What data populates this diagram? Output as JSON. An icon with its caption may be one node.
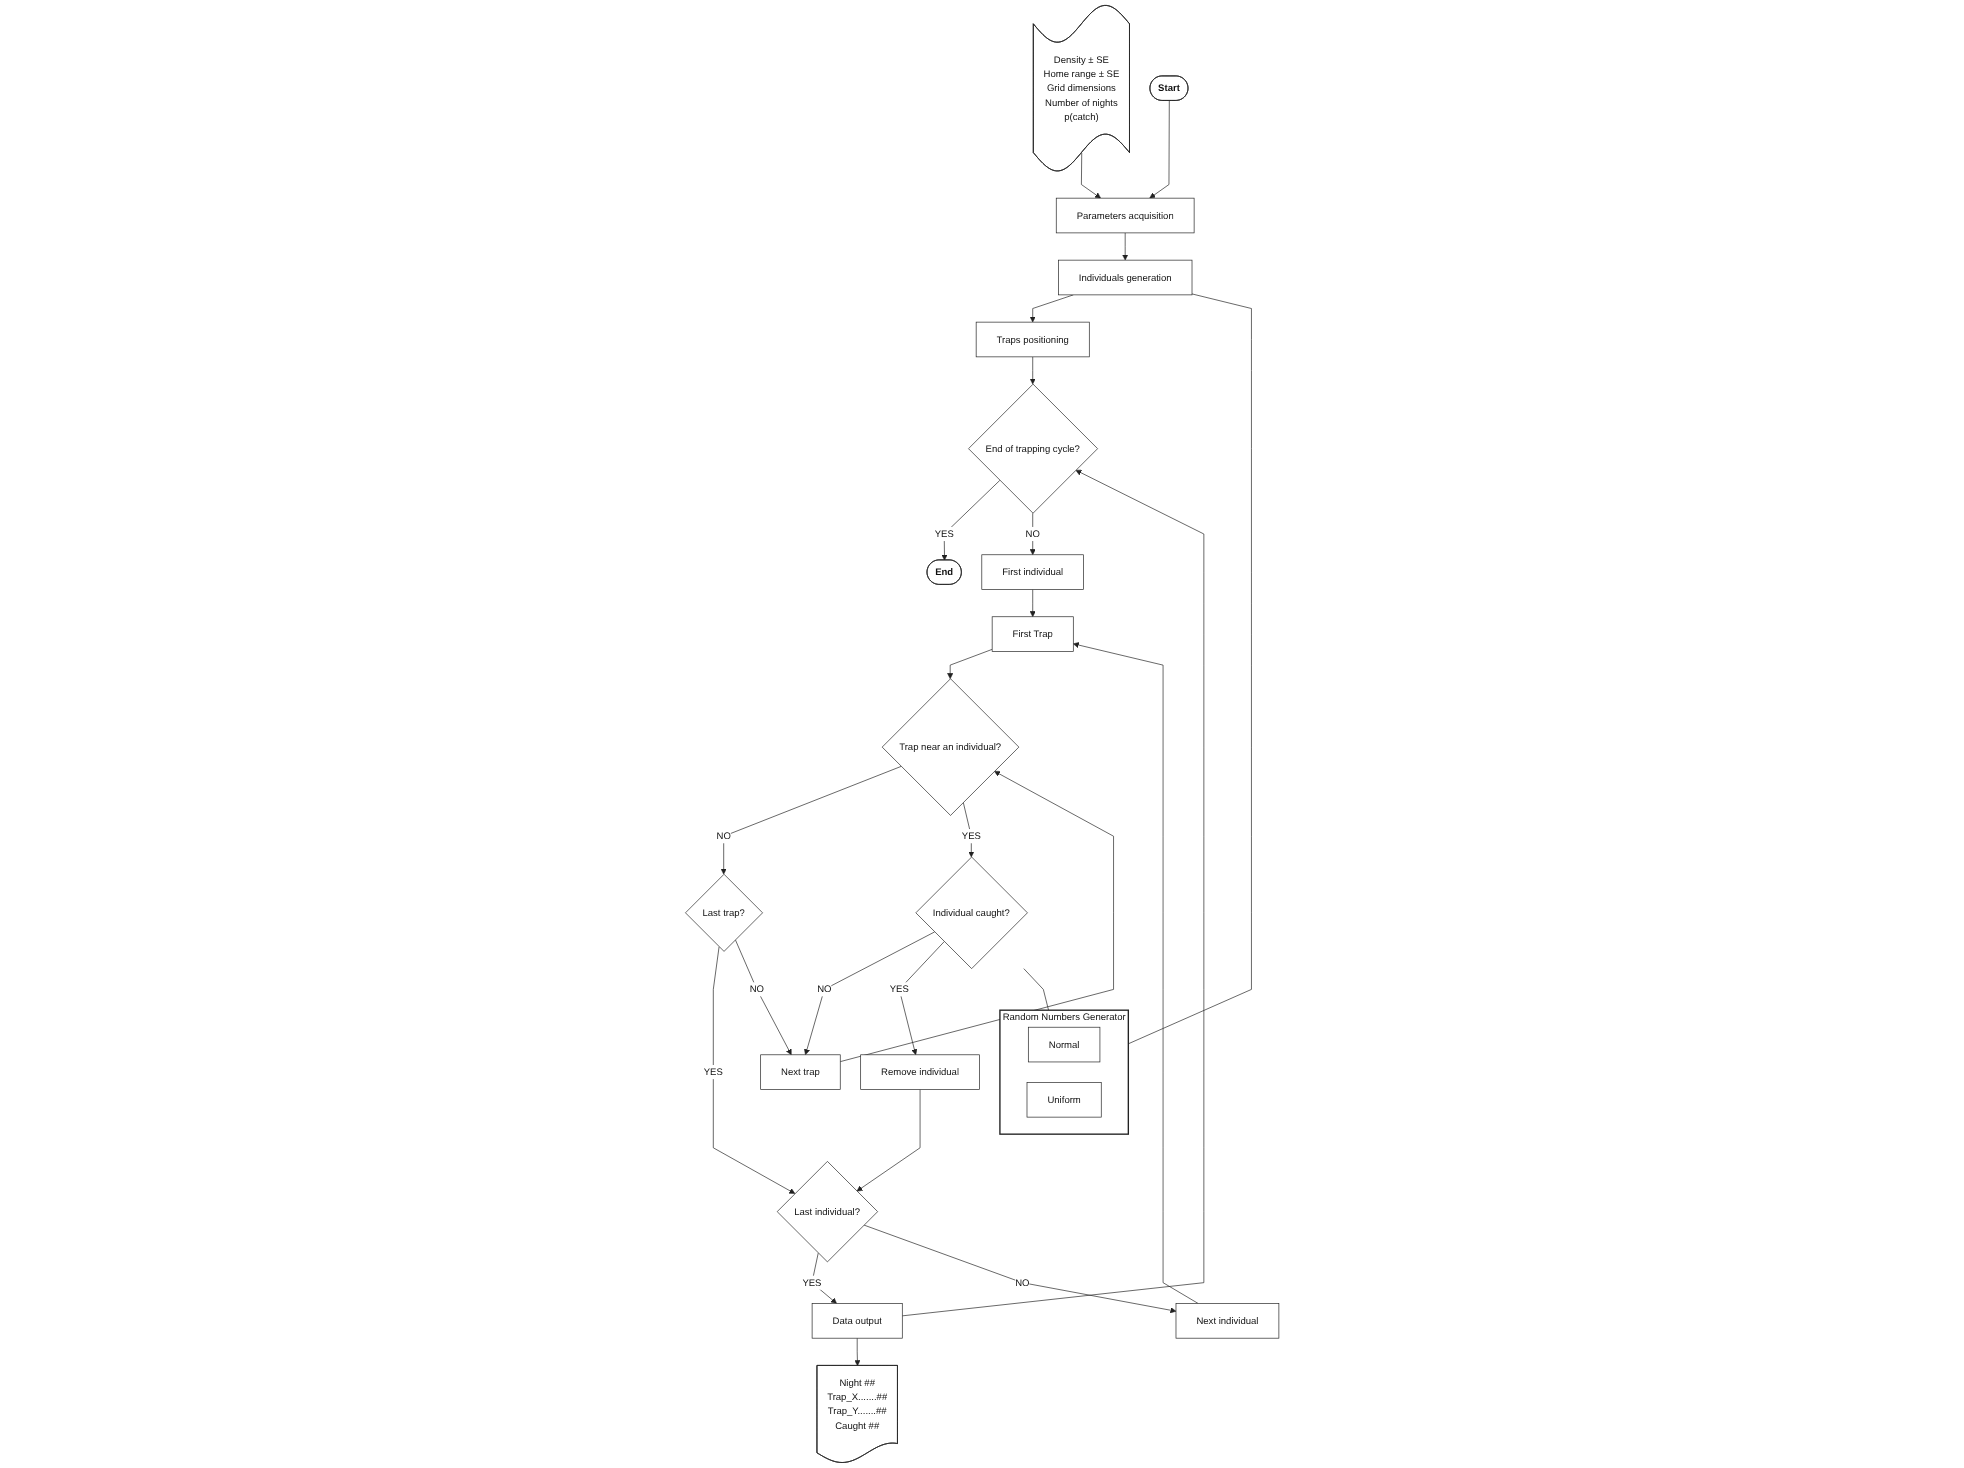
{
  "diagram": {
    "nodes": [
      {
        "text": [
          "Density ± SE",
          "Home range ± SE",
          "Grid dimensions",
          "Number of nights",
          "p(catch)"
        ]
      },
      {
        "text": [
          "Start"
        ]
      },
      {
        "text": [
          "Parameters acquisition"
        ]
      },
      {
        "text": [
          "Individuals generation"
        ]
      },
      {
        "text": [
          "Traps positioning"
        ]
      },
      {
        "text": [
          "Random Numbers Generator"
        ]
      },
      {
        "text": [
          "Normal"
        ],
        "in": 5
      },
      {
        "text": [
          "Uniform"
        ],
        "in": 5
      },
      {
        "text": [
          "End of trapping cycle?"
        ]
      },
      {
        "text": [
          "End"
        ]
      },
      {
        "text": [
          "First individual"
        ]
      },
      {
        "text": [
          "First Trap"
        ]
      },
      {
        "text": [
          "Trap near an individual?"
        ]
      },
      {
        "text": [
          "Last trap?"
        ]
      },
      {
        "text": [
          "Next trap"
        ]
      },
      {
        "text": [
          "Individual caught?"
        ]
      },
      {
        "text": [
          "Remove individual"
        ]
      },
      {
        "text": [
          "Last individual?"
        ]
      },
      {
        "text": [
          "Data output"
        ]
      },
      {
        "text": [
          "Next individual"
        ]
      },
      {
        "text": [
          "Night ##",
          "Trap_X.......##",
          "Trap_Y.......##",
          "Caught ##"
        ]
      }
    ],
    "edges": [
      {
        "from": 0,
        "to": 2,
        "arrow": "to"
      },
      {
        "from": 1,
        "to": 2,
        "arrow": "to"
      },
      {
        "from": 2,
        "to": 3,
        "arrow": "to"
      },
      {
        "from": 3,
        "to": 4,
        "arrow": "to"
      },
      {
        "from": 3,
        "to": 5,
        "arrow": "none"
      },
      {
        "from": 4,
        "to": 8,
        "arrow": "to"
      },
      {
        "from": 8,
        "to": 9,
        "label": "YES",
        "arrow": "to"
      },
      {
        "from": 8,
        "to": 10,
        "label": "NO",
        "arrow": "to"
      },
      {
        "from": 10,
        "to": 11,
        "arrow": "to"
      },
      {
        "from": 11,
        "to": 12,
        "arrow": "to"
      },
      {
        "from": 12,
        "to": 13,
        "label": "NO",
        "arrow": "to"
      },
      {
        "from": 12,
        "to": 15,
        "label": "YES",
        "arrow": "to"
      },
      {
        "from": 15,
        "to": 5,
        "arrow": "none"
      },
      {
        "from": 13,
        "to": 17,
        "label": "YES",
        "arrow": "to"
      },
      {
        "from": 13,
        "to": 14,
        "label": "NO",
        "arrow": "to"
      },
      {
        "from": 14,
        "to": 12,
        "arrow": "to"
      },
      {
        "from": 15,
        "to": 14,
        "label": "NO",
        "arrow": "to"
      },
      {
        "from": 15,
        "to": 16,
        "label": "YES",
        "arrow": "to"
      },
      {
        "from": 16,
        "to": 17,
        "arrow": "to"
      },
      {
        "from": 17,
        "to": 18,
        "label": "YES",
        "arrow": "to"
      },
      {
        "from": 17,
        "to": 19,
        "label": "NO",
        "arrow": "to"
      },
      {
        "from": 18,
        "to": 8,
        "arrow": "to"
      },
      {
        "from": 18,
        "to": 20,
        "arrow": "to"
      },
      {
        "from": 19,
        "to": 11,
        "arrow": "to"
      }
    ]
  }
}
